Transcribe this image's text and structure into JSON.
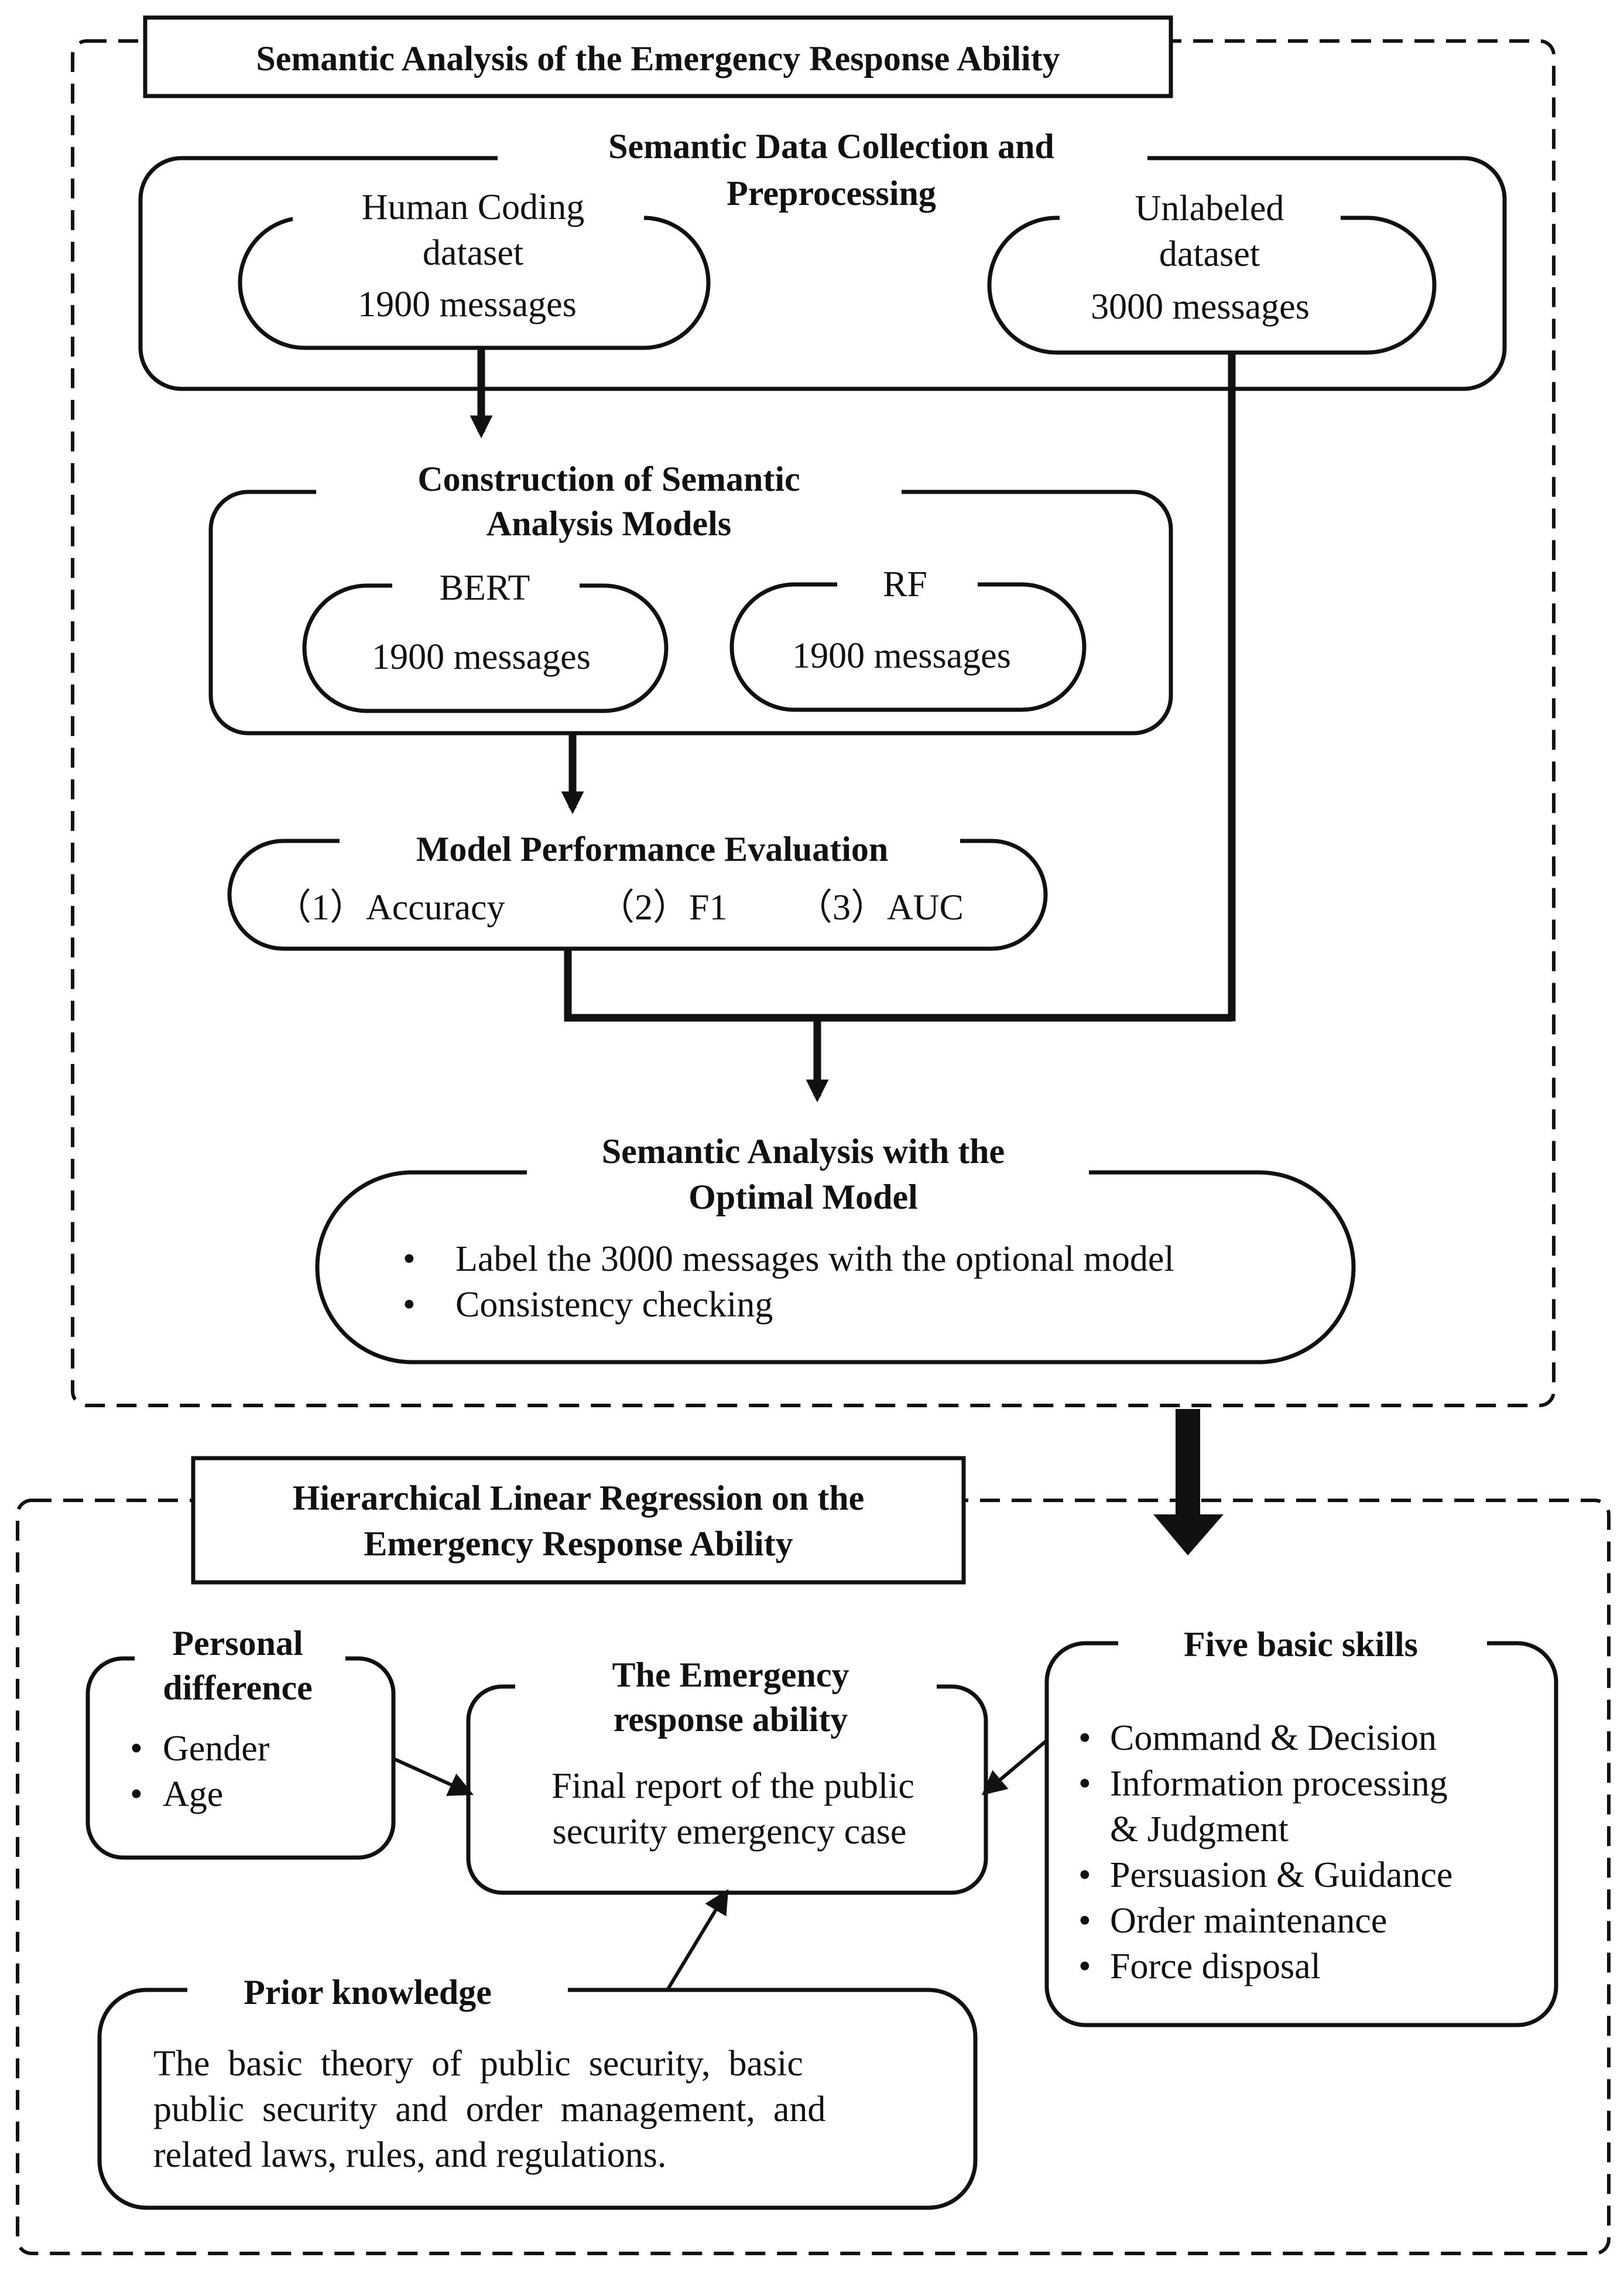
{
  "sections": {
    "semantic": {
      "title": "Semantic Analysis of the Emergency Response Ability",
      "collection": {
        "heading": [
          "Semantic Data Collection and",
          "Preprocessing"
        ],
        "human_coding": {
          "heading": [
            "Human Coding",
            "dataset"
          ],
          "count": "1900 messages"
        },
        "unlabeled": {
          "heading": [
            "Unlabeled",
            "dataset"
          ],
          "count": "3000 messages"
        }
      },
      "models": {
        "heading": [
          "Construction of Semantic",
          "Analysis Models"
        ],
        "bert": {
          "heading": "BERT",
          "count": "1900 messages"
        },
        "rf": {
          "heading": "RF",
          "count": "1900 messages"
        }
      },
      "evaluation": {
        "heading": "Model Performance Evaluation",
        "metrics": [
          "（1）Accuracy",
          "（2）F1",
          "（3）AUC"
        ]
      },
      "optimal": {
        "heading": [
          "Semantic Analysis with the",
          "Optimal Model"
        ],
        "bullets": [
          "Label the 3000 messages with the optional model",
          "Consistency checking"
        ]
      }
    },
    "regression": {
      "title": [
        "Hierarchical Linear Regression on the",
        "Emergency Response Ability"
      ],
      "personal": {
        "heading": [
          "Personal",
          "difference"
        ],
        "items": [
          "Gender",
          "Age"
        ]
      },
      "ability": {
        "heading": [
          "The Emergency",
          "response ability"
        ],
        "body": [
          "Final report of the public",
          "security emergency case"
        ]
      },
      "skills": {
        "heading": "Five basic skills",
        "items": [
          "Command & Decision",
          "Information processing",
          "& Judgment",
          "Persuasion & Guidance",
          "Order maintenance",
          "Force disposal"
        ]
      },
      "prior": {
        "heading": "Prior knowledge",
        "body": [
          "The  basic  theory  of  public  security,  basic",
          "public  security  and  order  management,  and",
          "related laws, rules, and regulations."
        ]
      }
    }
  }
}
